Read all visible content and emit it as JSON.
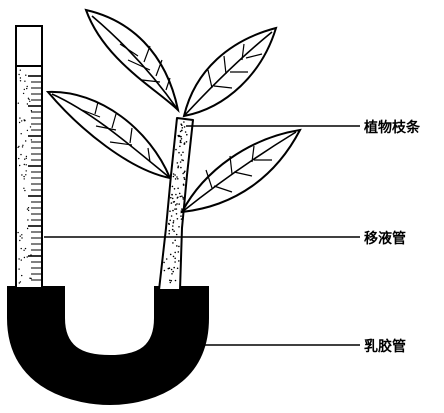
{
  "labels": {
    "branch": "植物枝条",
    "pipette": "移液管",
    "rubber_tube": "乳胶管"
  },
  "colors": {
    "ink": "#000000",
    "background": "#ffffff"
  }
}
